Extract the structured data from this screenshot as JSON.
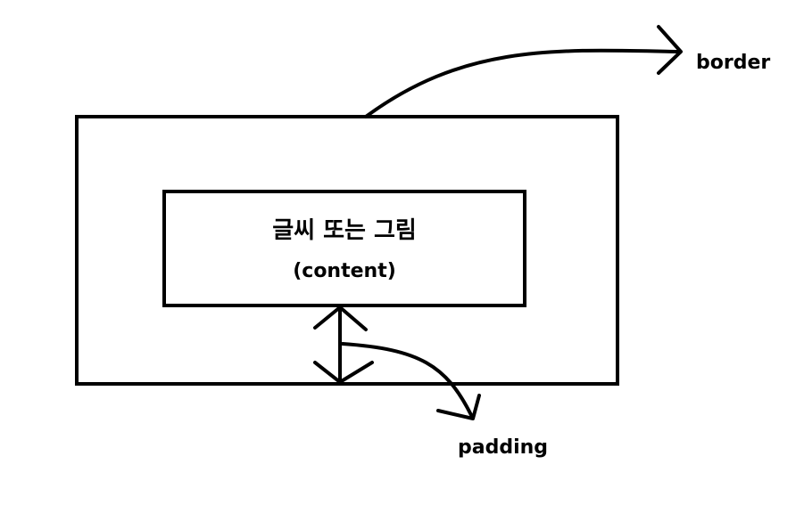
{
  "diagram": {
    "content_text": "글씨 또는 그림",
    "content_sub": "(content)",
    "border_label": "border",
    "padding_label": "padding",
    "stroke_color": "#000000",
    "background_color": "#ffffff"
  }
}
